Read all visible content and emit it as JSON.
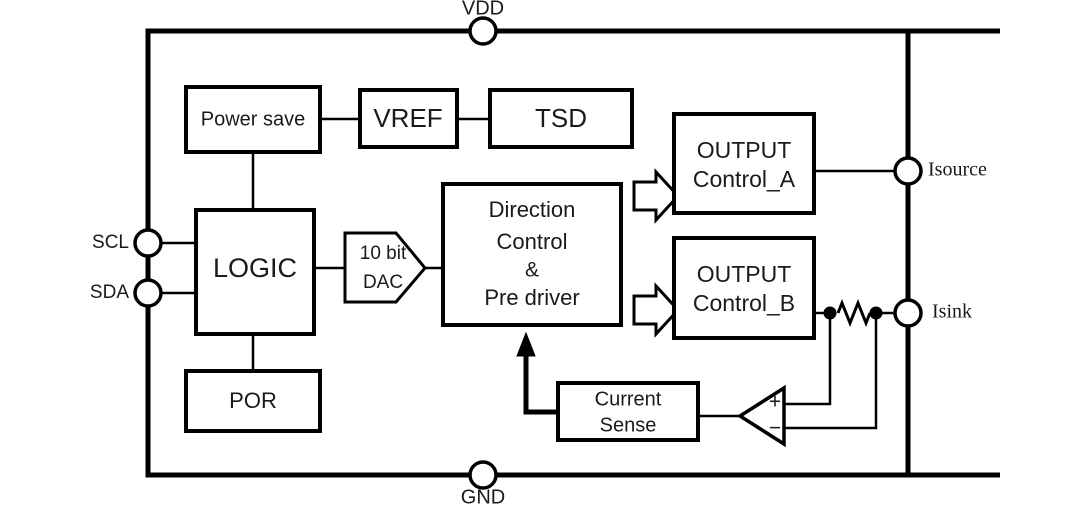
{
  "diagram": {
    "title_present": false,
    "colors": {
      "line": "#000000",
      "fill": "#ffffff",
      "text": "#1a1a1a"
    },
    "blocks": {
      "power_save": {
        "label": "Power save"
      },
      "vref": {
        "label": "VREF"
      },
      "tsd": {
        "label": "TSD"
      },
      "logic": {
        "label": "LOGIC"
      },
      "por": {
        "label": "POR"
      },
      "dac": {
        "label_line1": "10 bit",
        "label_line2": "DAC"
      },
      "direction_control": {
        "line1": "Direction",
        "line2": "Control",
        "line3": "&",
        "line4": "Pre driver"
      },
      "output_control_a": {
        "line1": "OUTPUT",
        "line2": "Control_A"
      },
      "output_control_b": {
        "line1": "OUTPUT",
        "line2": "Control_B"
      },
      "current_sense": {
        "line1": "Current",
        "line2": "Sense"
      }
    },
    "amplifier": {
      "plus_sign": "+",
      "minus_sign": "−"
    },
    "pins": {
      "vdd": {
        "label": "VDD"
      },
      "gnd": {
        "label": "GND"
      },
      "scl": {
        "label": "SCL"
      },
      "sda": {
        "label": "SDA"
      },
      "isource": {
        "label": "Isource"
      },
      "isink": {
        "label": "Isink"
      }
    }
  }
}
